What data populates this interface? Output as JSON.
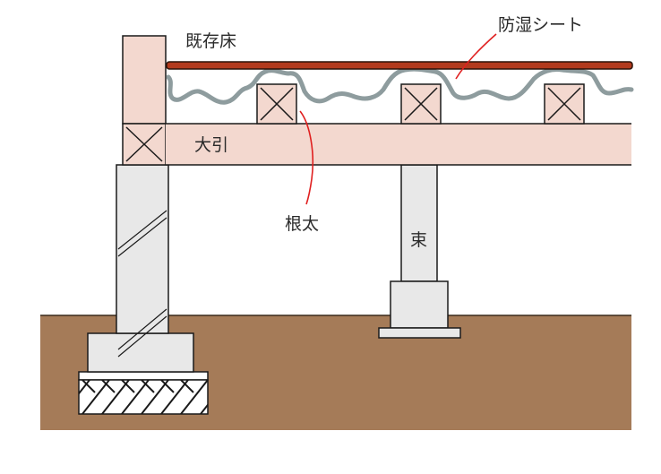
{
  "labels": {
    "existing_floor": "既存床",
    "moisture_sheet": "防湿シート",
    "girder": "大引",
    "joist": "根太",
    "post": "束"
  },
  "colors": {
    "soil": "#a57b58",
    "wood": "#f3d8cf",
    "concrete": "#e8e8e8",
    "floor_board": "#b23a1d",
    "moisture_sheet": "#8e9c9e",
    "leader_line": "#e02020",
    "outline": "#1a1a1a"
  }
}
